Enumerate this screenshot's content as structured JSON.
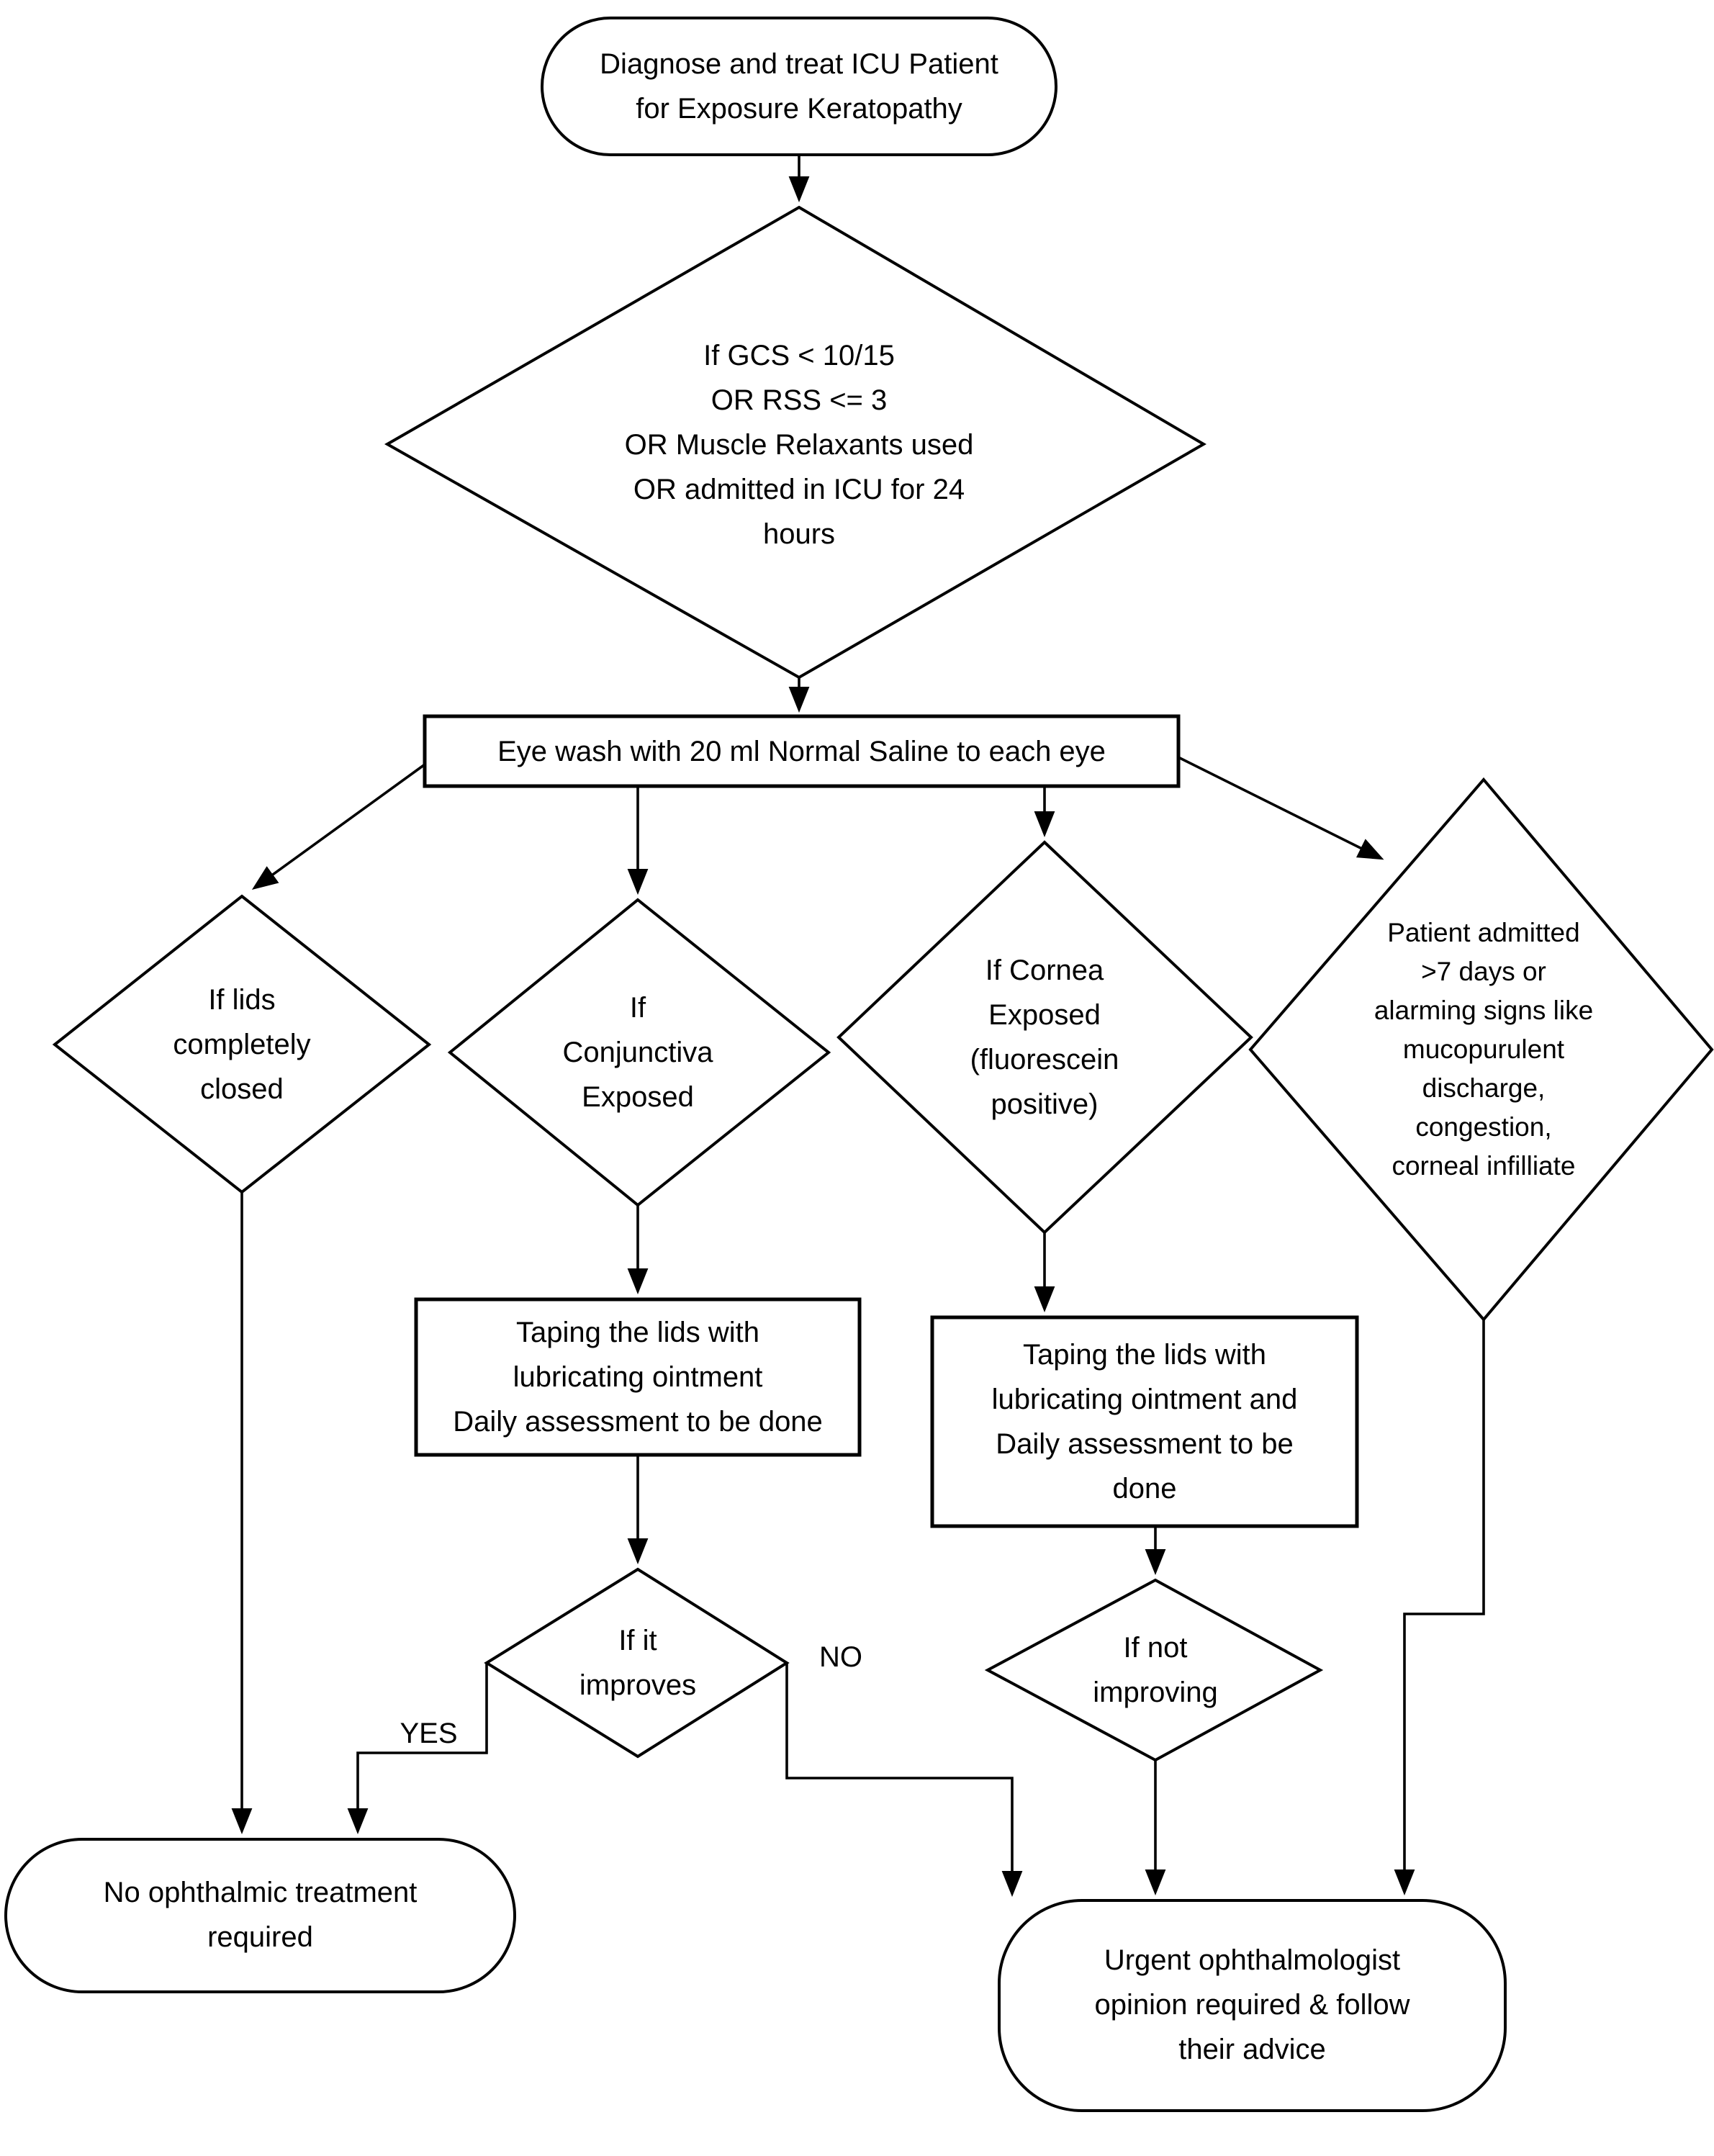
{
  "diagram": {
    "type": "flowchart",
    "colors": {
      "stroke": "#000000",
      "fill": "#ffffff"
    },
    "nodes": {
      "start": {
        "shape": "terminator",
        "label": "Diagnose and treat ICU Patient\nfor Exposure Keratopathy"
      },
      "triage": {
        "shape": "decision",
        "label": "If GCS < 10/15\nOR RSS <= 3\nOR Muscle Relaxants used\nOR admitted in ICU for 24\nhours"
      },
      "eyewash": {
        "shape": "process",
        "label": "Eye wash with 20 ml Normal Saline to each eye"
      },
      "lids_closed": {
        "shape": "decision",
        "label": "If lids\ncompletely\nclosed"
      },
      "conjunctiva": {
        "shape": "decision",
        "label": "If\nConjunctiva\nExposed"
      },
      "cornea": {
        "shape": "decision",
        "label": "If Cornea\nExposed\n(fluorescein\npositive)"
      },
      "admitted": {
        "shape": "decision",
        "label": "Patient admitted\n>7 days or\nalarming signs like\nmucopurulent\ndischarge,\ncongestion,\ncorneal infilliate"
      },
      "taping_1": {
        "shape": "process",
        "label": "Taping the lids with\nlubricating ointment\nDaily assessment to be done"
      },
      "taping_2": {
        "shape": "process",
        "label": "Taping the lids with\nlubricating ointment and\nDaily assessment to be\ndone"
      },
      "improves": {
        "shape": "decision",
        "label": "If it\nimproves"
      },
      "not_improving": {
        "shape": "decision",
        "label": "If not\nimproving"
      },
      "no_treatment": {
        "shape": "terminator",
        "label": "No ophthalmic treatment\nrequired"
      },
      "urgent": {
        "shape": "terminator",
        "label": "Urgent ophthalmologist\nopinion required & follow\ntheir advice"
      }
    },
    "edge_labels": {
      "yes": "YES",
      "no": "NO"
    }
  }
}
